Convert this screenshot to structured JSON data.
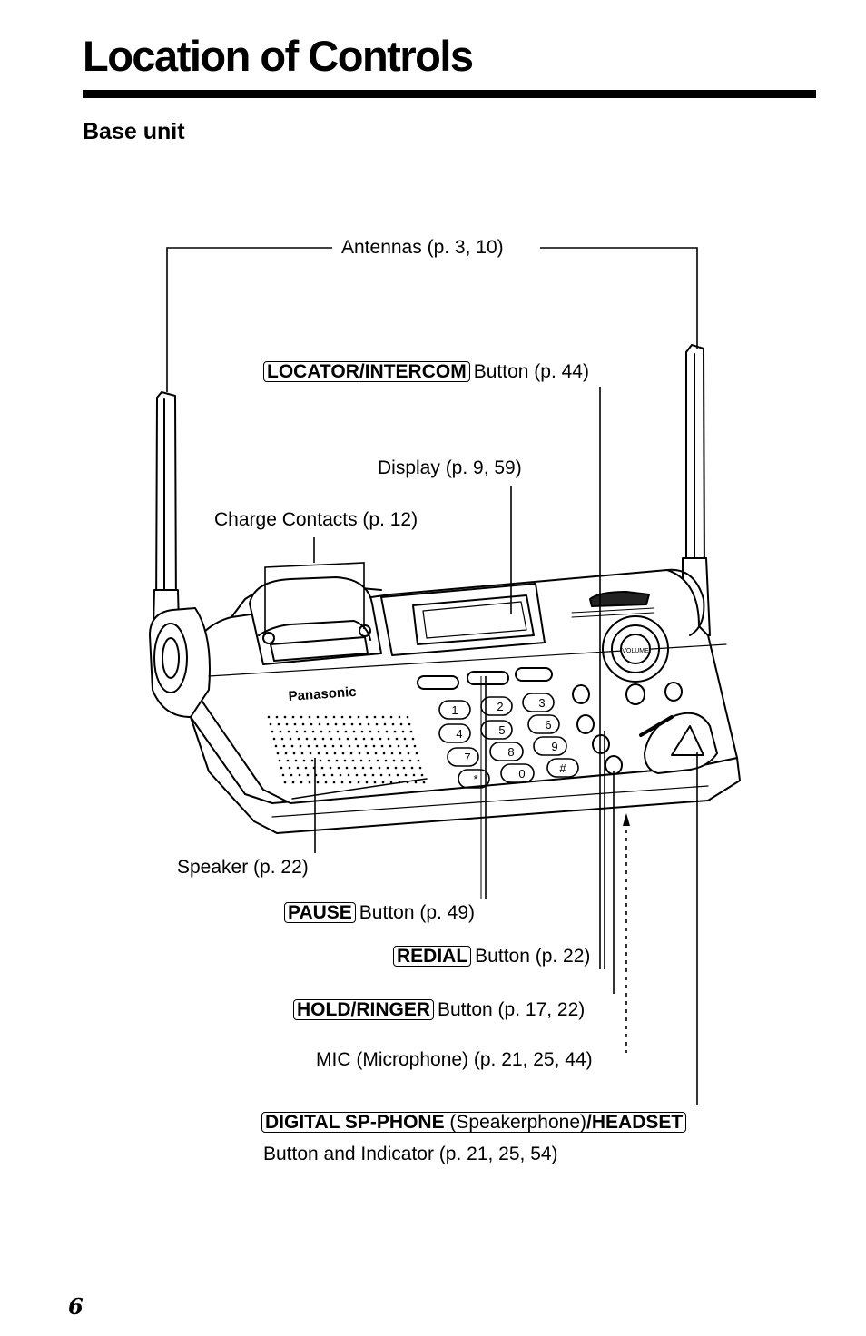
{
  "title": "Location of Controls",
  "subtitle": "Base unit",
  "labels": {
    "antennas": "Antennas (p. 3, 10)",
    "locator_key": "LOCATOR/INTERCOM",
    "locator_rest": "Button (p. 44)",
    "display": "Display (p. 9, 59)",
    "charge": "Charge Contacts (p. 12)",
    "speaker": "Speaker (p. 22)",
    "pause_key": "PAUSE",
    "pause_rest": "Button (p. 49)",
    "redial_key": "REDIAL",
    "redial_rest": "Button (p. 22)",
    "hold_key": "HOLD/RINGER",
    "hold_rest": "Button (p. 17, 22)",
    "mic": "MIC (Microphone) (p. 21, 25, 44)",
    "digital_bold": "DIGITAL SP-PHONE",
    "digital_mid": "(Speakerphone)",
    "digital_bold2": "/HEADSET",
    "digital_line2": "Button and Indicator (p. 21, 25, 54)"
  },
  "device": {
    "brand": "Panasonic",
    "keypad": [
      "1",
      "2",
      "3",
      "4",
      "5",
      "6",
      "7",
      "8",
      "9",
      "*",
      "0",
      "#"
    ]
  },
  "page_number": "6"
}
